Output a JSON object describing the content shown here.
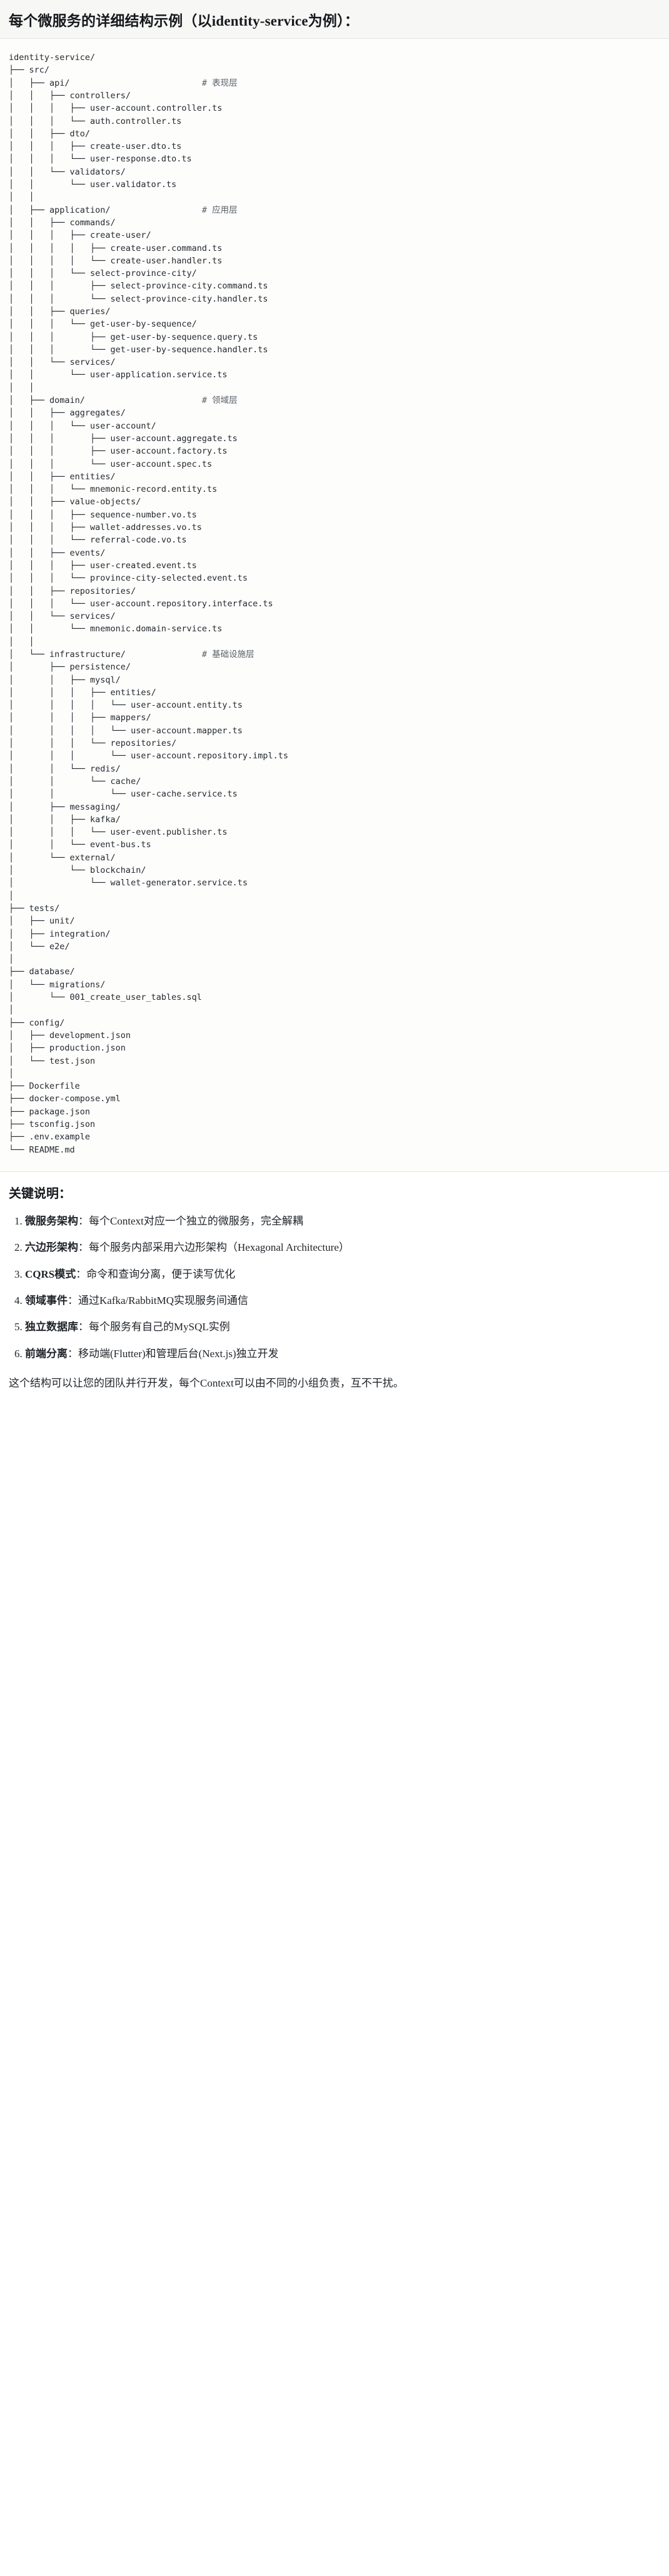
{
  "heading": {
    "title": "每个微服务的详细结构示例（以identity-service为例）："
  },
  "tree": {
    "root": "identity-service/",
    "text": "identity-service/\n├── src/\n│   ├── api/                          # 表现层\n│   │   ├── controllers/\n│   │   │   ├── user-account.controller.ts\n│   │   │   └── auth.controller.ts\n│   │   ├── dto/\n│   │   │   ├── create-user.dto.ts\n│   │   │   └── user-response.dto.ts\n│   │   └── validators/\n│   │       └── user.validator.ts\n│   │\n│   ├── application/                  # 应用层\n│   │   ├── commands/\n│   │   │   ├── create-user/\n│   │   │   │   ├── create-user.command.ts\n│   │   │   │   └── create-user.handler.ts\n│   │   │   └── select-province-city/\n│   │   │       ├── select-province-city.command.ts\n│   │   │       └── select-province-city.handler.ts\n│   │   ├── queries/\n│   │   │   └── get-user-by-sequence/\n│   │   │       ├── get-user-by-sequence.query.ts\n│   │   │       └── get-user-by-sequence.handler.ts\n│   │   └── services/\n│   │       └── user-application.service.ts\n│   │\n│   ├── domain/                       # 领域层\n│   │   ├── aggregates/\n│   │   │   └── user-account/\n│   │   │       ├── user-account.aggregate.ts\n│   │   │       ├── user-account.factory.ts\n│   │   │       └── user-account.spec.ts\n│   │   ├── entities/\n│   │   │   └── mnemonic-record.entity.ts\n│   │   ├── value-objects/\n│   │   │   ├── sequence-number.vo.ts\n│   │   │   ├── wallet-addresses.vo.ts\n│   │   │   └── referral-code.vo.ts\n│   │   ├── events/\n│   │   │   ├── user-created.event.ts\n│   │   │   └── province-city-selected.event.ts\n│   │   ├── repositories/\n│   │   │   └── user-account.repository.interface.ts\n│   │   └── services/\n│   │       └── mnemonic.domain-service.ts\n│   │\n│   └── infrastructure/               # 基础设施层\n│       ├── persistence/\n│       │   ├── mysql/\n│       │   │   ├── entities/\n│       │   │   │   └── user-account.entity.ts\n│       │   │   ├── mappers/\n│       │   │   │   └── user-account.mapper.ts\n│       │   │   └── repositories/\n│       │   │       └── user-account.repository.impl.ts\n│       │   └── redis/\n│       │       └── cache/\n│       │           └── user-cache.service.ts\n│       ├── messaging/\n│       │   ├── kafka/\n│       │   │   └── user-event.publisher.ts\n│       │   └── event-bus.ts\n│       └── external/\n│           └── blockchain/\n│               └── wallet-generator.service.ts\n│\n├── tests/\n│   ├── unit/\n│   ├── integration/\n│   └── e2e/\n│\n├── database/\n│   └── migrations/\n│       └── 001_create_user_tables.sql\n│\n├── config/\n│   ├── development.json\n│   ├── production.json\n│   └── test.json\n│\n├── Dockerfile\n├── docker-compose.yml\n├── package.json\n├── tsconfig.json\n├── .env.example\n└── README.md",
    "layer_comments": [
      {
        "path": "api/",
        "comment": "# 表现层"
      },
      {
        "path": "application/",
        "comment": "# 应用层"
      },
      {
        "path": "domain/",
        "comment": "# 领域层"
      },
      {
        "path": "infrastructure/",
        "comment": "# 基础设施层"
      }
    ]
  },
  "notes": {
    "title": "关键说明：",
    "items": [
      {
        "term": "微服务架构",
        "sep": "：",
        "text": "每个Context对应一个独立的微服务，完全解耦"
      },
      {
        "term": "六边形架构",
        "sep": "：",
        "text": "每个服务内部采用六边形架构（Hexagonal Architecture）"
      },
      {
        "term": "CQRS模式",
        "sep": "：",
        "text": "命令和查询分离，便于读写优化"
      },
      {
        "term": "领域事件",
        "sep": "：",
        "text": "通过Kafka/RabbitMQ实现服务间通信"
      },
      {
        "term": "独立数据库",
        "sep": "：",
        "text": "每个服务有自己的MySQL实例"
      },
      {
        "term": "前端分离",
        "sep": "：",
        "text": "移动端(Flutter)和管理后台(Next.js)独立开发"
      }
    ],
    "footer": "这个结构可以让您的团队并行开发，每个Context可以由不同的小组负责，互不干扰。"
  },
  "colors": {
    "heading_bg": "#f7f7f5",
    "code_bg": "#fdfdfc",
    "text": "#1f2328",
    "comment": "#5b6168",
    "divider": "#e3e3e0"
  }
}
